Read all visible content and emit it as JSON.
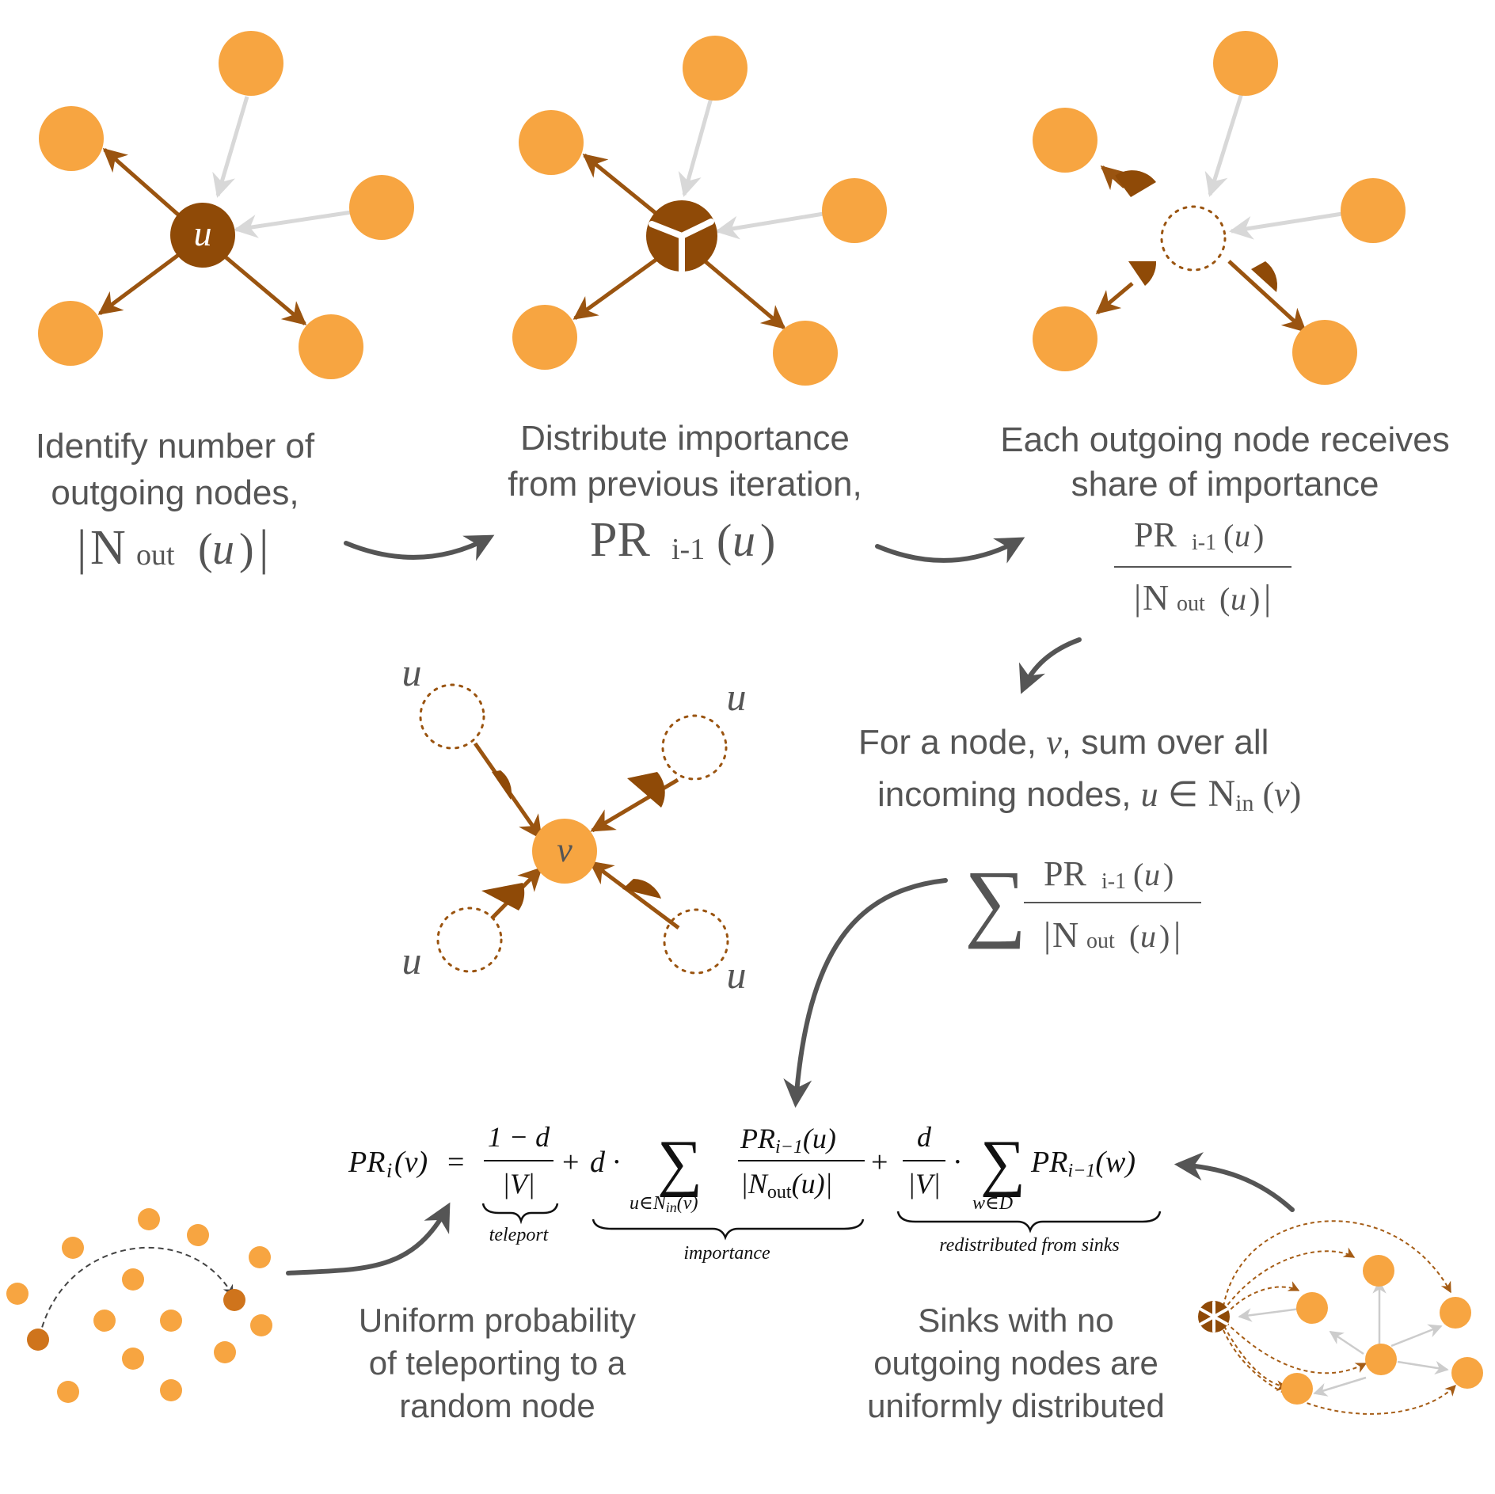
{
  "colors": {
    "node": "#f7a541",
    "node_dark": "#8f4a07",
    "edge_dark": "#9a5410",
    "edge_light": "#d8d8d8",
    "flow_arrow": "#555555",
    "text": "#555555",
    "equation": "#111111"
  },
  "node_label_u": "u",
  "node_label_v": "v",
  "steps": {
    "s1": {
      "line1": "Identify number of",
      "line2": "outgoing nodes,"
    },
    "s2": {
      "line1": "Distribute importance",
      "line2": "from previous iteration,"
    },
    "s3": {
      "line1": "Each outgoing node receives",
      "line2": "share of importance"
    },
    "s4": {
      "line1_pre": "For a node, ",
      "line1_var": "v",
      "line1_post": ", sum over all",
      "line2_pre": "incoming nodes, ",
      "line2_var": "u",
      "line2_elem": " ∈ ",
      "line2_set": "N",
      "line2_sub": "in",
      "line2_paren_open": " (",
      "line2_paren_var": "v",
      "line2_paren_close": ")"
    },
    "teleport": {
      "line1": "Uniform probability",
      "line2": "of teleporting to a",
      "line3": "random node"
    },
    "sinks": {
      "line1": "Sinks with no",
      "line2": "outgoing nodes are",
      "line3": "uniformly distributed"
    }
  },
  "math": {
    "PR": "PR",
    "N": "N",
    "sub_prev": "i-1",
    "sub_out": "out",
    "u": "u",
    "bar": "|",
    "paren_open": "(",
    "paren_close": ")",
    "sigma": "∑"
  },
  "equation": {
    "lhs_PR": "PR",
    "lhs_i": "i",
    "lhs_arg": "(v)",
    "equals": "=",
    "tele_num": "1 − d",
    "tele_den": "|V|",
    "plus1": "+",
    "d_dot": "d ·",
    "sum1_sub": "u∈N",
    "sum1_sub_in": "in",
    "sum1_sub_arg": "(v)",
    "imp_num_PR": "PR",
    "imp_num_sub": "i−1",
    "imp_num_arg": "(u)",
    "imp_den_pre": "|N",
    "imp_den_sub": "out",
    "imp_den_post": "(u)|",
    "plus2": "+",
    "sink_num": "d",
    "sink_den": "|V|",
    "dot": "·",
    "sum2_sub": "w∈D",
    "last_PR": "PR",
    "last_sub": "i−1",
    "last_arg": "(w)",
    "brace_teleport": "teleport",
    "brace_importance": "importance",
    "brace_sinks": "redistributed from sinks"
  }
}
